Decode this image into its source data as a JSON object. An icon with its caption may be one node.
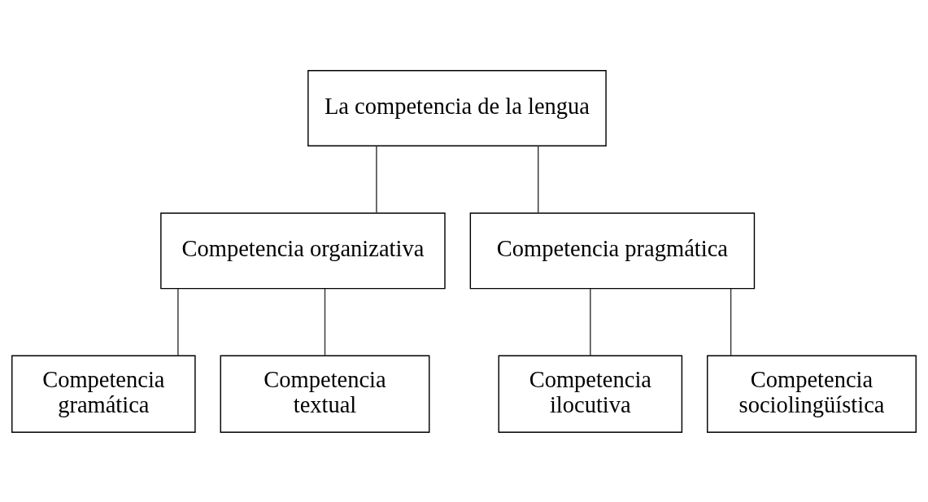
{
  "diagram": {
    "nodes": [
      {
        "text": [
          "La competencia de la lengua"
        ]
      },
      {
        "text": [
          "Competencia organizativa"
        ]
      },
      {
        "text": [
          "Competencia pragmática"
        ]
      },
      {
        "text": [
          "Competencia gramática"
        ]
      },
      {
        "text": [
          "Competencia textual"
        ]
      },
      {
        "text": [
          "Competencia ilocutiva"
        ]
      },
      {
        "text": [
          "Competencia sociolingüística"
        ]
      }
    ],
    "edges": [
      {
        "from": 0,
        "to": 1,
        "arrow": "none"
      },
      {
        "from": 0,
        "to": 2,
        "arrow": "none"
      },
      {
        "from": 1,
        "to": 3,
        "arrow": "none"
      },
      {
        "from": 1,
        "to": 4,
        "arrow": "none"
      },
      {
        "from": 2,
        "to": 5,
        "arrow": "none"
      },
      {
        "from": 2,
        "to": 6,
        "arrow": "none"
      }
    ]
  }
}
